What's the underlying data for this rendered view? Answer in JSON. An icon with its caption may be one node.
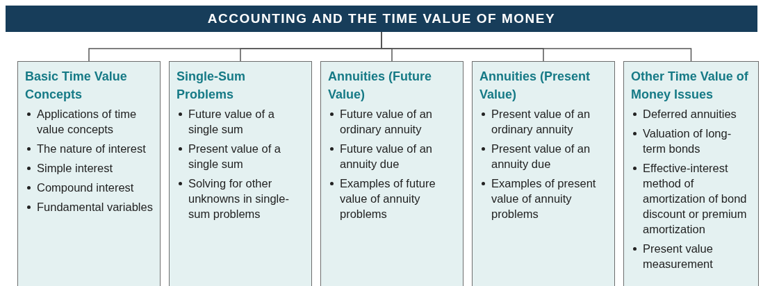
{
  "diagram": {
    "nodes": [
      {
        "text": [
          "ACCOUNTING AND THE TIME VALUE OF MONEY"
        ]
      },
      {
        "text": [
          "Basic Time Value Concepts",
          "Applications of time value concepts",
          "The nature of interest",
          "Simple interest",
          "Compound interest",
          "Fundamental variables"
        ]
      },
      {
        "text": [
          "Single-Sum Problems",
          "Future value of a single sum",
          "Present value of a single sum",
          "Solving for other unknowns in single-sum problems"
        ]
      },
      {
        "text": [
          "Annuities (Future Value)",
          "Future value of an ordinary annuity",
          "Future value of an annuity due",
          "Examples of future value of annuity problems"
        ]
      },
      {
        "text": [
          "Annuities (Present Value)",
          "Present value of an ordinary annuity",
          "Present value of an annuity due",
          "Examples of present value of annuity problems"
        ]
      },
      {
        "text": [
          "Other Time Value of Money Issues",
          "Deferred annuities",
          "Valuation of long-term bonds",
          "Effective-interest method of amortization of bond discount or premium amortization",
          "Present value measurement"
        ]
      }
    ],
    "edges": [
      {
        "from": 0,
        "to": 1,
        "arrow": "none"
      },
      {
        "from": 0,
        "to": 2,
        "arrow": "none"
      },
      {
        "from": 0,
        "to": 3,
        "arrow": "none"
      },
      {
        "from": 0,
        "to": 4,
        "arrow": "none"
      },
      {
        "from": 0,
        "to": 5,
        "arrow": "none"
      }
    ]
  }
}
